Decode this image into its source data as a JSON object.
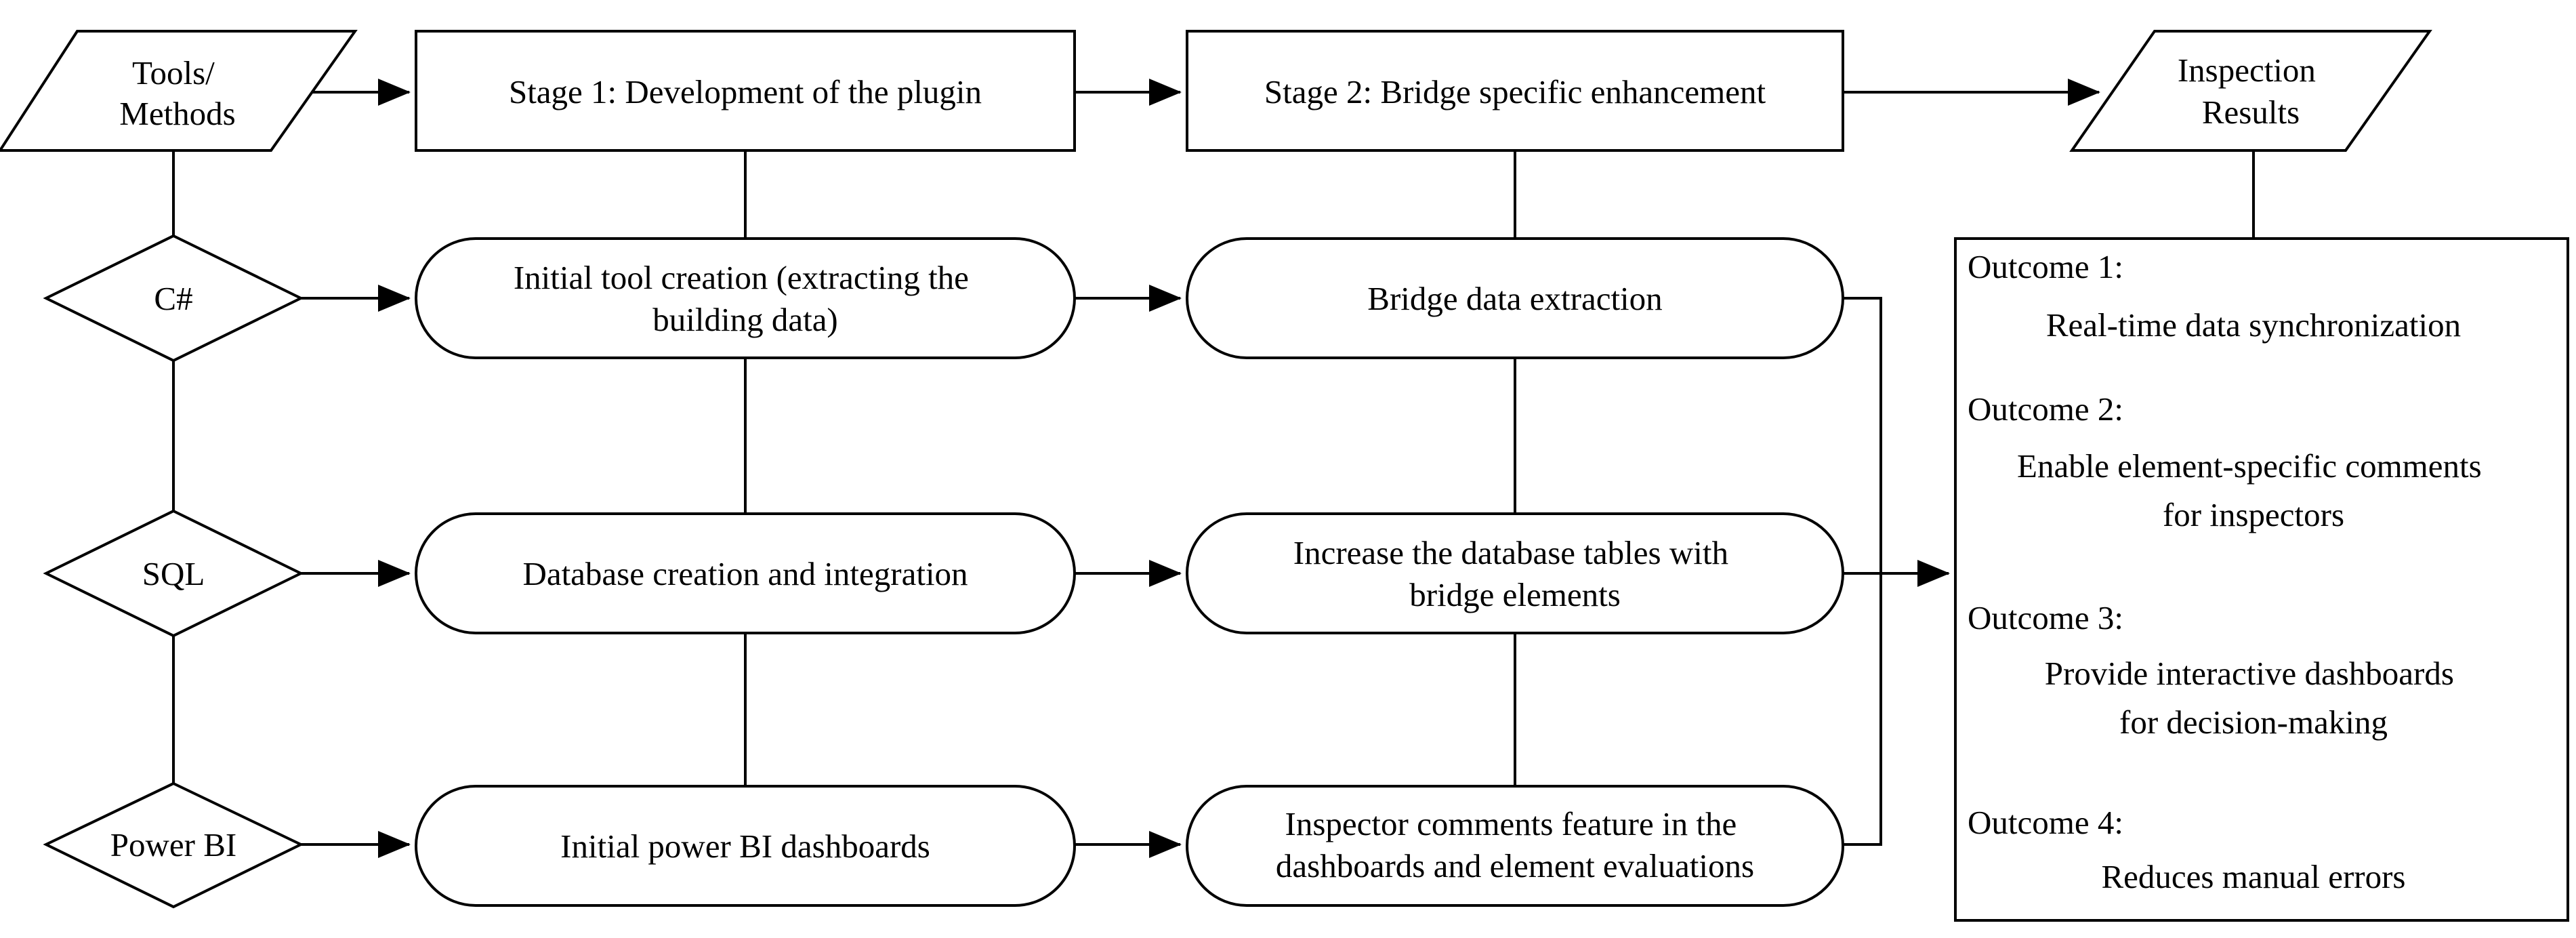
{
  "tools": {
    "header": [
      "Tools/",
      "Methods"
    ],
    "items": [
      {
        "label": [
          "C#"
        ]
      },
      {
        "label": [
          "SQL"
        ]
      },
      {
        "label": [
          "Power BI"
        ]
      }
    ]
  },
  "stages": [
    {
      "header": [
        "Stage 1: Development of the plugin"
      ],
      "items": [
        {
          "text": [
            "Initial tool creation (extracting the",
            "building data)"
          ]
        },
        {
          "text": [
            "Database creation and integration"
          ]
        },
        {
          "text": [
            "Initial power BI dashboards"
          ]
        }
      ]
    },
    {
      "header": [
        "Stage 2: Bridge specific enhancement"
      ],
      "items": [
        {
          "text": [
            "Bridge data extraction"
          ]
        },
        {
          "text": [
            "Increase the database tables with",
            "bridge elements"
          ]
        },
        {
          "text": [
            "Inspector comments feature in the",
            "dashboards and element evaluations"
          ]
        }
      ]
    }
  ],
  "results": {
    "header": [
      "Inspection",
      "Results"
    ],
    "outcomes": [
      {
        "title": "Outcome 1:",
        "text": [
          "Real-time data synchronization"
        ]
      },
      {
        "title": "Outcome 2:",
        "text": [
          "Enable element-specific comments",
          "for inspectors"
        ]
      },
      {
        "title": "Outcome 3:",
        "text": [
          "Provide interactive dashboards",
          "for decision-making"
        ]
      },
      {
        "title": "Outcome 4:",
        "text": [
          "Reduces manual errors"
        ]
      }
    ]
  }
}
